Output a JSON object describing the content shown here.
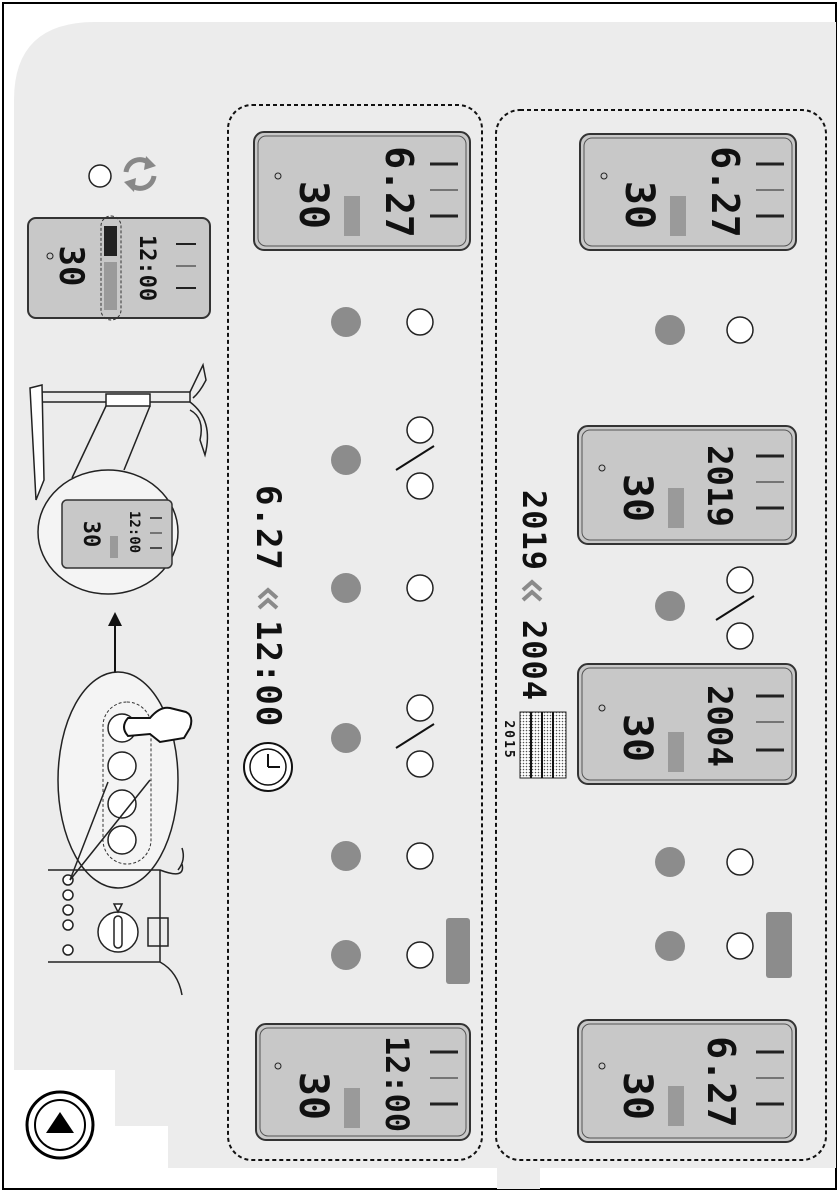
{
  "colors": {
    "page_bg": "#ececec",
    "lcd_bg": "#c8c8c8",
    "lcd_border": "#333333",
    "marker": "#9a9a9a",
    "filled_button": "#8c8c8c"
  },
  "icons": {
    "sync": "sync-icon",
    "clock": "clock-icon",
    "chevron": "double-chevron-icon",
    "hand": "hand-pointer-icon",
    "up": "up-arrow-icon",
    "arrow": "arrow-up-icon"
  },
  "step_badge": {
    "icon": "up-triangle-icon"
  },
  "time_section": {
    "from": "12:00",
    "to": "6.27",
    "lcd_start": {
      "temp": "30",
      "value": "12:00"
    },
    "lcd_end": {
      "temp": "30",
      "value": "6.27"
    }
  },
  "date_section": {
    "calendar_year": "2015",
    "from": "2004",
    "to": "2019",
    "lcd_start": {
      "temp": "30",
      "value": "6.27"
    },
    "lcd_year1": {
      "temp": "30",
      "value": "2004"
    },
    "lcd_year2": {
      "temp": "30",
      "value": "2019"
    },
    "lcd_end": {
      "temp": "30",
      "value": "6.27"
    }
  },
  "intro": {
    "lcd_small_top": {
      "temp": "30",
      "value": "12:00"
    },
    "lcd_circle": {
      "temp": "30",
      "value": "12:00"
    }
  }
}
